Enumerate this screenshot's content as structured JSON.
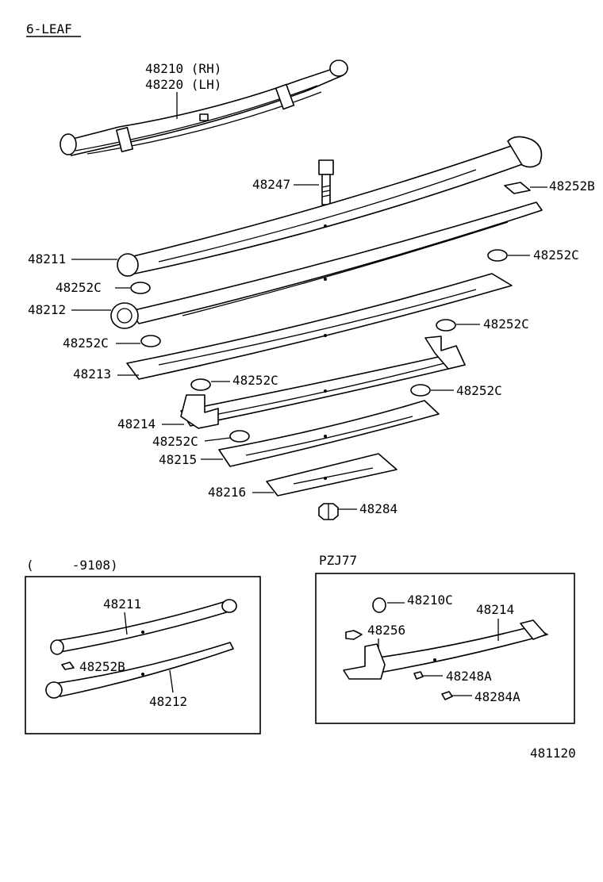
{
  "title": "6-LEAF",
  "main": {
    "assembly_rh": "48210 (RH)",
    "assembly_lh": "48220 (LH)",
    "bolt": "48247",
    "silencer_b": "48252B",
    "leaf_1": "48211",
    "leaf_2": "48212",
    "leaf_3": "48213",
    "leaf_4": "48214",
    "leaf_5": "48215",
    "leaf_6": "48216",
    "silencer_c": "48252C",
    "nut": "48284"
  },
  "box_left": {
    "caption": "(     -9108)",
    "leaf_1": "48211",
    "silencer_b": "48252B",
    "leaf_2": "48212"
  },
  "box_right": {
    "caption": "PZJ77",
    "bushing": "48210C",
    "leaf": "48214",
    "bolt": "48256",
    "nut_a": "48248A",
    "nut_b": "48284A"
  },
  "figure_code": "481120"
}
